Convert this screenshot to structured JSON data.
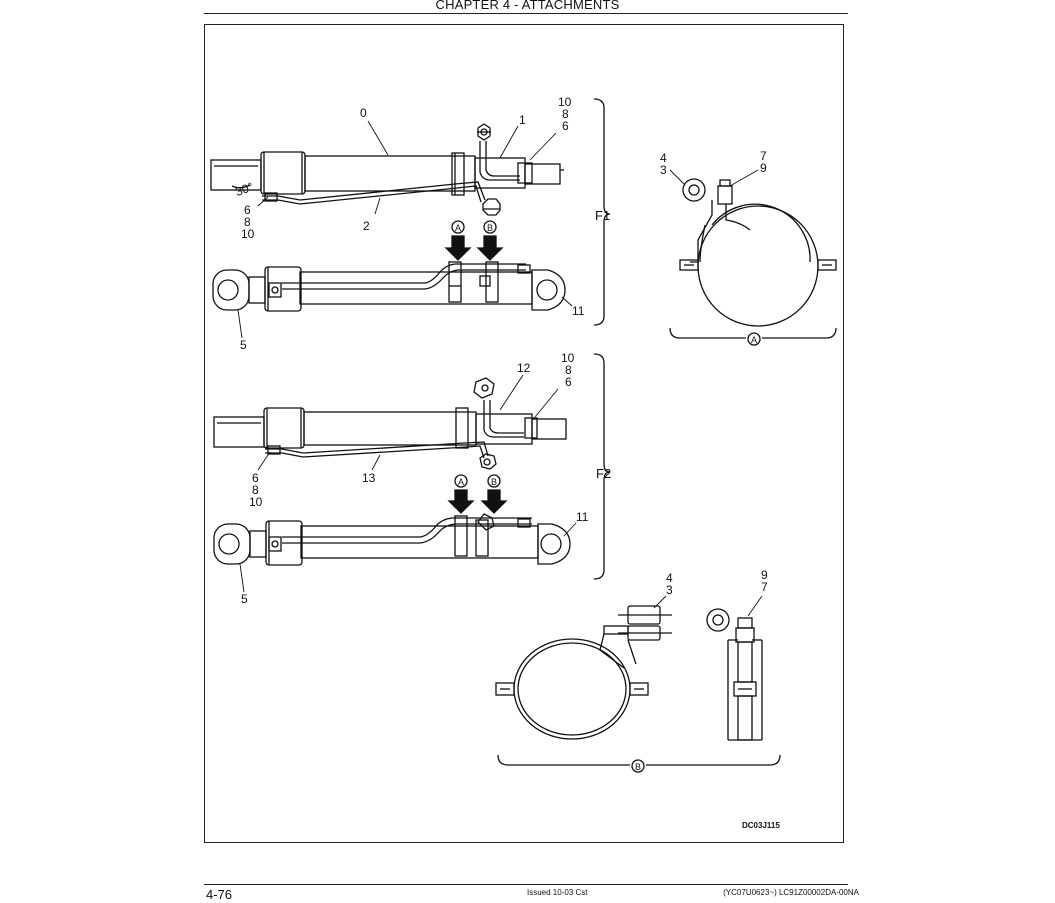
{
  "header": {
    "chapter_title": "CHAPTER 4 - ATTACHMENTS"
  },
  "figure": {
    "angle_label": "30°",
    "callouts_f1": {
      "c0": "0",
      "c1": "1",
      "c2": "2",
      "c5": "5",
      "c11": "11",
      "top_right": [
        "10",
        "8",
        "6"
      ],
      "left_stack": [
        "6",
        "8",
        "10"
      ]
    },
    "callouts_f2": {
      "c12": "12",
      "c13": "13",
      "c5": "5",
      "c11": "11",
      "top_right": [
        "10",
        "8",
        "6"
      ],
      "left_stack": [
        "6",
        "8",
        "10"
      ]
    },
    "arrow_a": "A",
    "arrow_b": "B",
    "group_f1": "F1",
    "group_f2": "F2",
    "detail_a": {
      "label": "A",
      "c4": "4",
      "c3": "3",
      "c7": "7",
      "c9": "9"
    },
    "detail_b": {
      "label": "B",
      "c4": "4",
      "c3": "3",
      "c9": "9",
      "c7": "7"
    },
    "figure_code": "DC03J115"
  },
  "footer": {
    "page_number": "4-76",
    "issued": "Issued 10-03   Cst",
    "doc_code": "(YC07U0623~)   LC91Z00002DA-00NA"
  }
}
